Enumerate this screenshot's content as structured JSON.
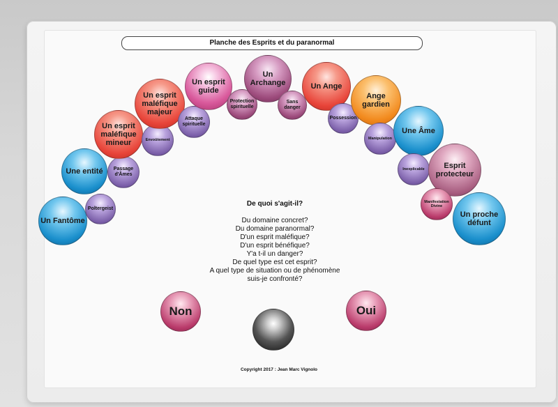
{
  "title": "Planche des Esprits et du paranormal",
  "bubbles": {
    "fantome": "Un Fantôme",
    "poltergeist": "Poltergeist",
    "entite": "Une entité",
    "passage": "Passage d'Âmes",
    "malefique_mineur": "Un esprit maléfique mineur",
    "envoutement": "Envoûtement",
    "malefique_majeur": "Un esprit maléfique majeur",
    "attaque": "Attaque spirituelle",
    "esprit_guide": "Un esprit guide",
    "protection": "Protection spirituelle",
    "archange": "Un Archange",
    "sans_danger": "Sans danger",
    "ange": "Un Ange",
    "possession": "Possession",
    "ange_gardien": "Ange gardien",
    "manipulation": "Manipulation",
    "ame": "Une Âme",
    "inexplicable": "Inexplicable",
    "esprit_protecteur": "Esprit protecteur",
    "manifestation": "Manifestation Divine",
    "proche_defunt": "Un proche défunt"
  },
  "question": {
    "title": "De quoi s'agit-il?",
    "lines": [
      "Du domaine concret?",
      "Du domaine paranormal?",
      "D'un esprit maléfique?",
      "D'un esprit bénéfique?",
      "Y'a t-il un danger?",
      "De quel type est cet esprit?",
      "A quel type de situation ou de phénomène",
      "suis-je confronté?"
    ]
  },
  "answers": {
    "no": "Non",
    "yes": "Oui"
  },
  "copyright": "Copyright 2017 : Jean Marc Vignolo",
  "colors": {
    "pink": "#d95a9c",
    "red": "#e8453a",
    "orange": "#f28a1e",
    "blue": "#1a8fcc",
    "violet": "#7a5ea8"
  }
}
